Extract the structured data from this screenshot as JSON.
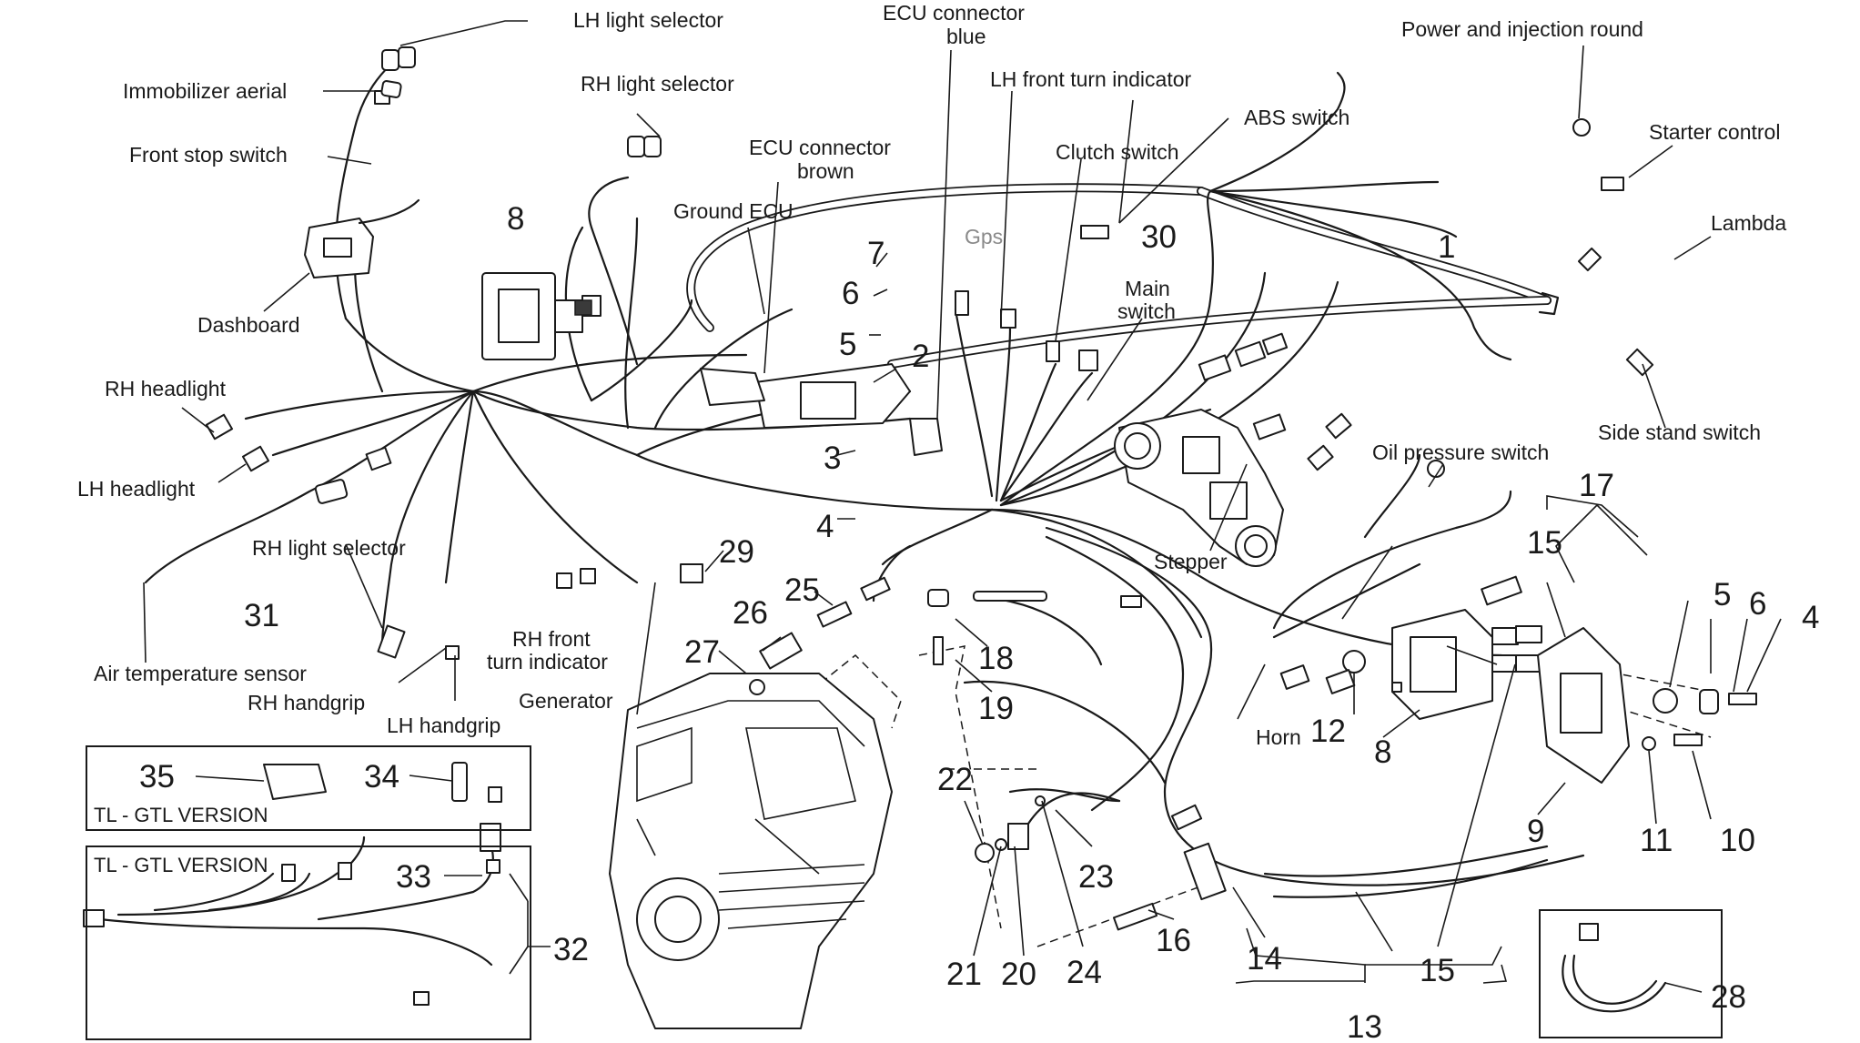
{
  "labels": {
    "lh_light_selector_top": "LH light selector",
    "immobilizer_aerial": "Immobilizer aerial",
    "rh_light_selector_top": "RH light selector",
    "front_stop_switch": "Front stop switch",
    "dashboard": "Dashboard",
    "rh_headlight": "RH headlight",
    "lh_headlight": "LH headlight",
    "rh_light_selector_left": "RH light selector",
    "air_temperature_sensor": "Air temperature sensor",
    "rh_handgrip": "RH handgrip",
    "lh_handgrip": "LH handgrip",
    "rh_front_turn_indicator_l1": "RH front",
    "rh_front_turn_indicator_l2": "turn indicator",
    "generator": "Generator",
    "ecu_connector_brown_l1": "ECU connector",
    "ecu_connector_brown_l2": "brown",
    "ground_ecu": "Ground ECU",
    "ecu_connector_blue_l1": "ECU connector",
    "ecu_connector_blue_l2": "blue",
    "lh_front_turn_indicator": "LH front turn indicator",
    "gps": "Gps",
    "clutch_switch": "Clutch switch",
    "abs_switch": "ABS switch",
    "main_switch_l1": "Main",
    "main_switch_l2": "switch",
    "stepper": "Stepper",
    "power_and_injection_round": "Power and injection round",
    "starter_control": "Starter control",
    "lambda": "Lambda",
    "side_stand_switch": "Side stand switch",
    "oil_pressure_switch": "Oil pressure switch",
    "horn": "Horn"
  },
  "numbers": {
    "n1": "1",
    "n2": "2",
    "n3": "3",
    "n4a": "4",
    "n4b": "4",
    "n5a": "5",
    "n5b": "5",
    "n6a": "6",
    "n6b": "6",
    "n7": "7",
    "n8a": "8",
    "n8b": "8",
    "n9": "9",
    "n10": "10",
    "n11": "11",
    "n12": "12",
    "n13": "13",
    "n14": "14",
    "n15a": "15",
    "n15b": "15",
    "n16": "16",
    "n17": "17",
    "n18": "18",
    "n19": "19",
    "n20": "20",
    "n21": "21",
    "n22": "22",
    "n23": "23",
    "n24": "24",
    "n25": "25",
    "n26": "26",
    "n27": "27",
    "n28": "28",
    "n29": "29",
    "n30": "30",
    "n31": "31",
    "n32": "32",
    "n33": "33",
    "n34": "34",
    "n35": "35"
  },
  "insets": {
    "box1_title": "TL - GTL VERSION",
    "box2_title": "TL - GTL VERSION"
  }
}
